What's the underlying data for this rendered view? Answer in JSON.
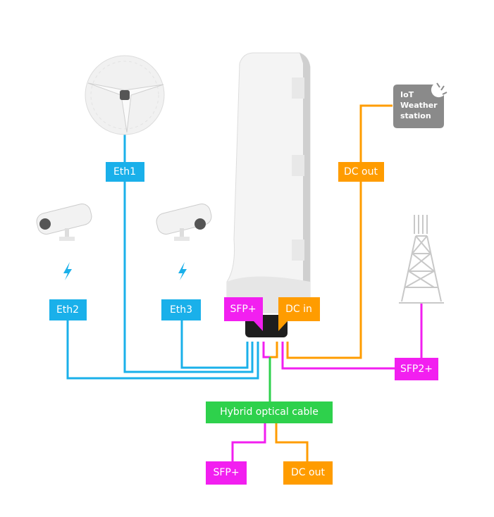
{
  "colors": {
    "ethernet": "#1ab0ea",
    "sfp": "#f21ff0",
    "dc": "#ff9c00",
    "hybrid": "#2ed14c",
    "iot": "#8a8a8a"
  },
  "labels": {
    "eth1": "Eth1",
    "eth2": "Eth2",
    "eth3": "Eth3",
    "device_sfp": "SFP+",
    "device_dc_in": "DC in",
    "dc_out_top": "DC out",
    "sfp2": "SFP2+",
    "hybrid": "Hybrid optical cable",
    "bottom_sfp": "SFP+",
    "bottom_dc_out": "DC out",
    "iot_line1": "IoT",
    "iot_line2": "Weather",
    "iot_line3": "station"
  }
}
